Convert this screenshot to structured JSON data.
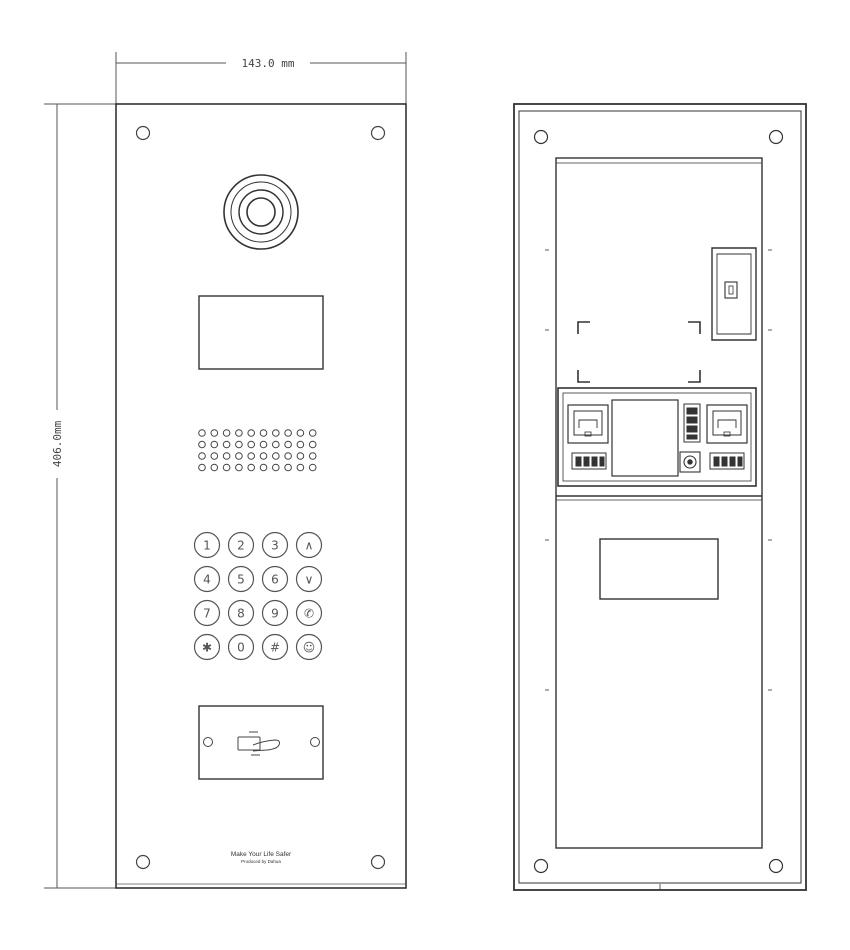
{
  "dimensions": {
    "width_label": "143.0 mm",
    "height_label": "406.0mm"
  },
  "front_panel": {
    "keypad": {
      "keys": [
        "1",
        "2",
        "3",
        "∧",
        "4",
        "5",
        "6",
        "∨",
        "7",
        "8",
        "9",
        "✆",
        "✱",
        "0",
        "#",
        "☺"
      ],
      "icons": {
        "up": "chevron-up-icon",
        "down": "chevron-down-icon",
        "call": "phone-icon",
        "star": "asterisk-icon",
        "contact": "person-icon"
      }
    },
    "card_reader_icon": "hand-card-icon",
    "branding": {
      "slogan": "Make Your Life Safer",
      "producer": "Produced by Dahua"
    }
  },
  "rear_panel": {
    "ports": [
      "ethernet-port-left",
      "ethernet-port-right"
    ],
    "dc_jack_icon": "dc-power-icon"
  }
}
